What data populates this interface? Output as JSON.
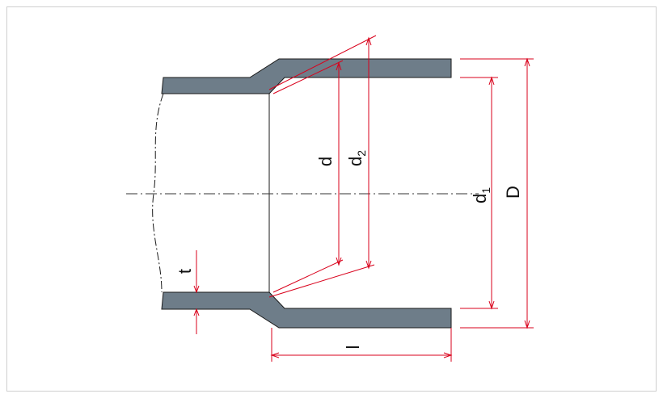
{
  "labels": {
    "d": "d",
    "d2_main": "d",
    "d2_sub": "2",
    "d1_main": "d",
    "d1_sub": "1",
    "D": "D",
    "t": "t",
    "l": "l"
  },
  "colors": {
    "pipe_fill": "#6e7d89",
    "outline": "#1a1a1a",
    "dimension": "#d9001b",
    "centerline": "#333333",
    "frame": "#cfcfcf"
  }
}
